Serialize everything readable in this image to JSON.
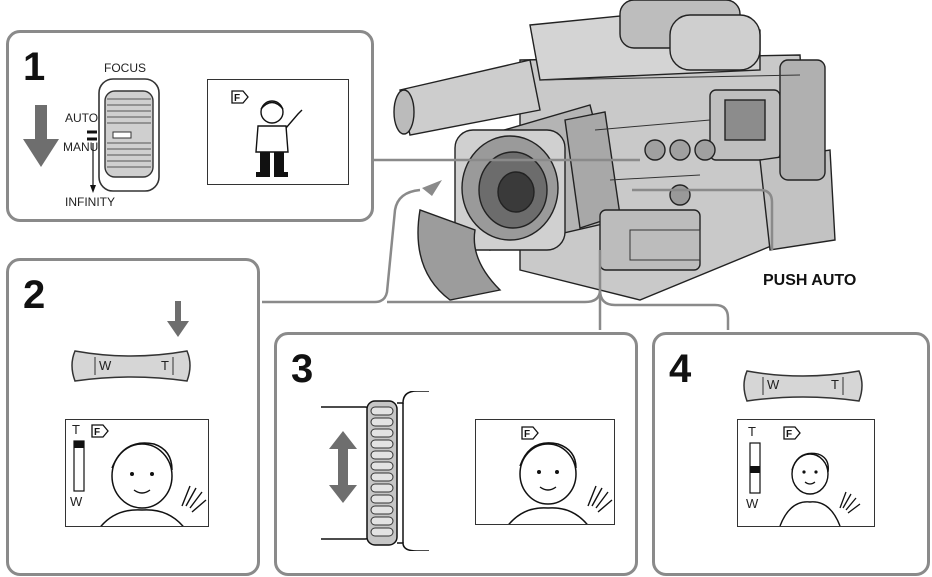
{
  "steps": [
    "1",
    "2",
    "3",
    "4"
  ],
  "focus_switch": {
    "title": "FOCUS",
    "auto_label": "AUTO",
    "manual_label": "MANU",
    "infinity_label": "INFINITY"
  },
  "zoom_lever": {
    "wide_label": "W",
    "tele_label": "T"
  },
  "zoom_indicator": {
    "tele_label": "T",
    "wide_label": "W"
  },
  "push_auto_label": "PUSH AUTO",
  "icons": {
    "manual_focus": "manual-focus-icon",
    "down_arrow": "down-arrow-icon",
    "updown_arrow": "up-down-arrow-icon"
  },
  "colors": {
    "panel_border": "#8a8a8a",
    "arrow_gray": "#6e6e6e",
    "line": "#222222"
  }
}
